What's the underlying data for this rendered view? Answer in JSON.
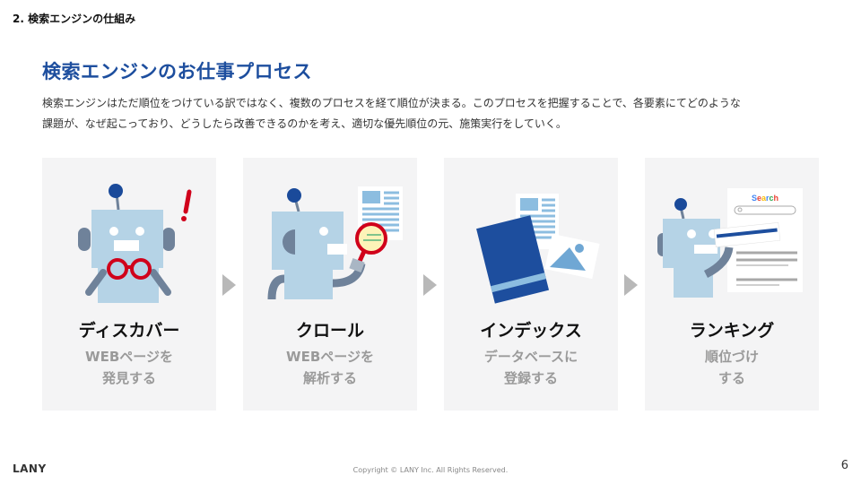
{
  "header": {
    "section_label": "2. 検索エンジンの仕組み",
    "title": "検索エンジンのお仕事プロセス",
    "intro_line1": "検索エンジンはただ順位をつけている訳ではなく、複数のプロセスを経て順位が決まる。このプロセスを把握することで、各要素にてどのような",
    "intro_line2": "課題が、なぜ起こっており、どうしたら改善できるのかを考え、適切な優先順位の元、施策実行をしていく。"
  },
  "steps": [
    {
      "name": "ディスカバー",
      "desc_line1": "WEBページを",
      "desc_line2": "発見する",
      "icon": "robot-binoculars-icon"
    },
    {
      "name": "クロール",
      "desc_line1": "WEBページを",
      "desc_line2": "解析する",
      "icon": "robot-magnifier-icon"
    },
    {
      "name": "インデックス",
      "desc_line1": "データベースに",
      "desc_line2": "登録する",
      "icon": "database-documents-icon"
    },
    {
      "name": "ランキング",
      "desc_line1": "順位づけ",
      "desc_line2": "する",
      "icon": "robot-search-results-icon"
    }
  ],
  "illustration": {
    "search_label": "Search"
  },
  "colors": {
    "title_blue": "#1d4e9e",
    "robot_body": "#b5d3e6",
    "robot_dark": "#6f829a",
    "antenna": "#1a4a9a",
    "accent_red": "#d0021b",
    "card_bg": "#f4f4f5",
    "arrow": "#b8b8b8"
  },
  "footer": {
    "logo": "LANY",
    "copyright": "Copyright © LANY Inc. All Rights Reserved.",
    "page_number": "6"
  }
}
